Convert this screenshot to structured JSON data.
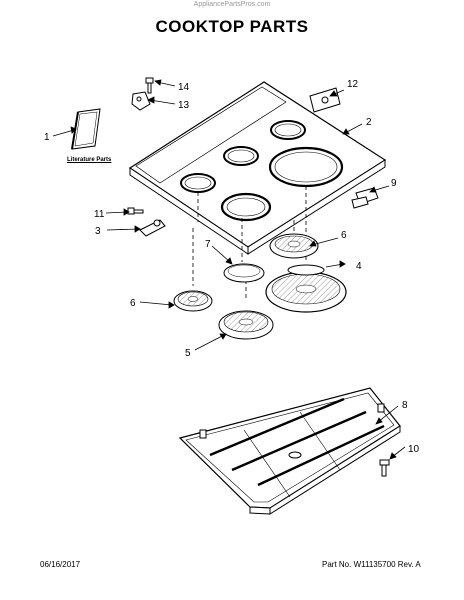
{
  "watermark": "AppliancePartsPros.com",
  "title": "COOKTOP PARTS",
  "literature_label": "Literature Parts",
  "callouts": [
    "14",
    "13",
    "12",
    "1",
    "2",
    "9",
    "11",
    "3",
    "6",
    "7",
    "4",
    "6",
    "5",
    "8",
    "10"
  ],
  "footer": {
    "date": "06/16/2017",
    "part_no": "Part No. W11135700  Rev. A"
  }
}
